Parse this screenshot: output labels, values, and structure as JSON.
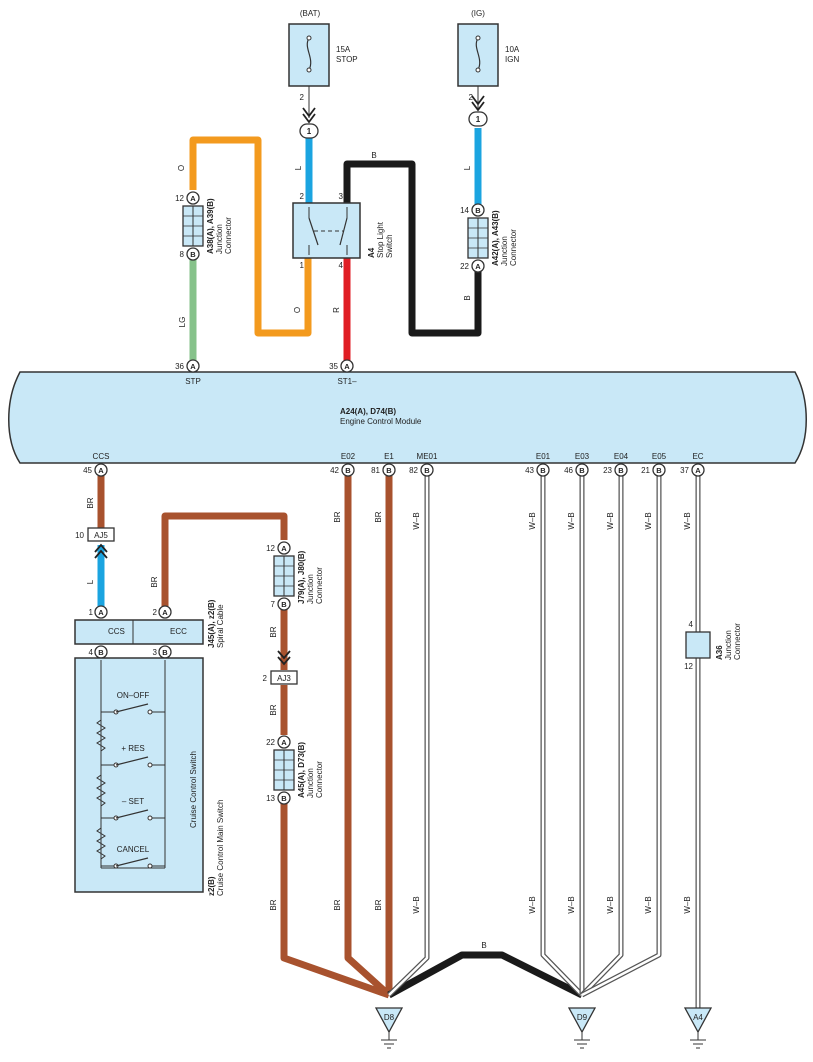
{
  "sources": {
    "bat": {
      "supply": "(BAT)",
      "amp": "15A",
      "name": "STOP",
      "pin": "2"
    },
    "ig": {
      "supply": "(IG)",
      "amp": "10A",
      "name": "IGN",
      "pin": "2"
    }
  },
  "conn_1": "1",
  "wires": {
    "o": "O",
    "l": "L",
    "b": "B",
    "lg": "LG",
    "r": "R",
    "br": "BR",
    "wb": "W–B"
  },
  "j_a38": {
    "code": "A38(A), A39(B)",
    "desc1": "Junction",
    "desc2": "Connector",
    "pin_top": "12",
    "pin_bot": "8"
  },
  "j_a42": {
    "code": "A42(A), A43(B)",
    "desc1": "Junction",
    "desc2": "Connector",
    "pin_top": "14",
    "pin_bot": "22"
  },
  "stop_switch": {
    "code": "A4",
    "desc1": "Stop Light",
    "desc2": "Switch",
    "p2": "2",
    "p3": "3",
    "p1": "1",
    "p4": "4"
  },
  "ecm": {
    "code": "A24(A), D74(B)",
    "name": "Engine Control Module",
    "top_pins": [
      {
        "num": "36",
        "term": "STP",
        "conn": "A"
      },
      {
        "num": "35",
        "term": "ST1–",
        "conn": "A"
      }
    ],
    "bot_pins": [
      {
        "num": "45",
        "term": "CCS",
        "conn": "A"
      },
      {
        "num": "42",
        "term": "E02",
        "conn": "B"
      },
      {
        "num": "81",
        "term": "E1",
        "conn": "B"
      },
      {
        "num": "82",
        "term": "ME01",
        "conn": "B"
      },
      {
        "num": "43",
        "term": "E01",
        "conn": "B"
      },
      {
        "num": "46",
        "term": "E03",
        "conn": "B"
      },
      {
        "num": "23",
        "term": "E04",
        "conn": "B"
      },
      {
        "num": "21",
        "term": "E05",
        "conn": "B"
      },
      {
        "num": "37",
        "term": "EC",
        "conn": "A"
      }
    ]
  },
  "aj5": {
    "pin": "10",
    "name": "AJ5"
  },
  "aj3": {
    "pin": "2",
    "name": "AJ3"
  },
  "spiral": {
    "code": "J45(A), z2(B)",
    "desc": "Spiral Cable",
    "ccs": "CCS",
    "ecc": "ECC",
    "p1": "1",
    "p2": "2",
    "p4": "4",
    "p3": "3"
  },
  "j_j79": {
    "code": "J79(A), J80(B)",
    "desc1": "Junction",
    "desc2": "Connector",
    "pin_top": "12",
    "pin_bot": "7"
  },
  "j_a45": {
    "code": "A45(A), D73(B)",
    "desc1": "Junction",
    "desc2": "Connector",
    "pin_top": "22",
    "pin_bot": "13"
  },
  "j_a36": {
    "code": "A36",
    "desc1": "Junction",
    "desc2": "Connector",
    "pin_top": "4",
    "pin_bot": "12"
  },
  "cc_switch": {
    "title": "Cruise Control Switch",
    "positions": [
      "ON–OFF",
      "+ RES",
      "– SET",
      "CANCEL"
    ],
    "code": "z2(B)",
    "desc": "Cruise Control Main Switch"
  },
  "grounds": [
    "D8",
    "D9",
    "A4"
  ],
  "conn_letters": {
    "a": "A",
    "b": "B"
  },
  "colors": {
    "orange": "#f39a1e",
    "blue": "#1ba4e0",
    "black": "#1a1a1a",
    "green": "#86c28a",
    "red": "#e01e24",
    "brown": "#a8522e",
    "panel": "#c9e8f7"
  }
}
